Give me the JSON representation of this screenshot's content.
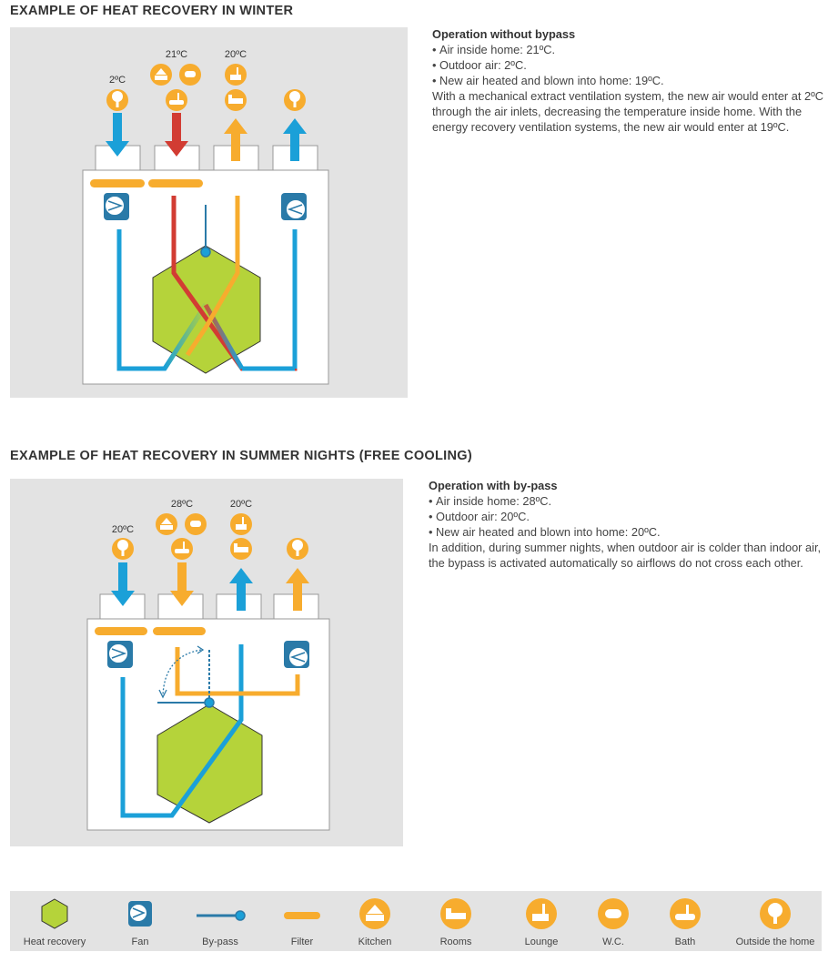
{
  "winter": {
    "title": "EXAMPLE OF HEAT RECOVERY IN WINTER",
    "temps": [
      "2ºC",
      "21ºC",
      "20ºC"
    ],
    "heading": "Operation without bypass",
    "bullets": [
      "Air inside home: 21ºC.",
      "Outdoor air: 2ºC.",
      "New air heated and blown into home: 19ºC."
    ],
    "paragraph": "With a mechanical extract ventilation system, the new air would enter at 2ºC through the air inlets, decreasing the temperature inside home. With the energy recovery ventilation systems, the new air would enter at 19ºC."
  },
  "summer": {
    "title": "EXAMPLE OF HEAT RECOVERY IN SUMMER NIGHTS (FREE COOLING)",
    "temps": [
      "20ºC",
      "28ºC",
      "20ºC"
    ],
    "heading": "Operation with by-pass",
    "bullets": [
      "Air inside home: 28ºC.",
      "Outdoor air: 20ºC.",
      "New air heated and blown into home: 20ºC."
    ],
    "paragraph": "In addition, during summer nights, when outdoor air is colder than indoor air, the bypass is activated automatically so  airflows do not cross each other."
  },
  "legend": [
    {
      "label": "Heat recovery",
      "icon": "hexagon-icon"
    },
    {
      "label": "Fan",
      "icon": "fan-icon"
    },
    {
      "label": "By-pass",
      "icon": "bypass-icon"
    },
    {
      "label": "Filter",
      "icon": "filter-icon"
    },
    {
      "label": "Kitchen",
      "icon": "kitchen-hood-icon"
    },
    {
      "label": "Rooms",
      "icon": "bed-icon"
    },
    {
      "label": "Lounge",
      "icon": "lamp-sofa-icon"
    },
    {
      "label": "W.C.",
      "icon": "toilet-icon"
    },
    {
      "label": "Bath",
      "icon": "bathtub-icon"
    },
    {
      "label": "Outside the home",
      "icon": "tree-icon"
    }
  ],
  "colors": {
    "blue": "#1ba0d8",
    "red": "#d23c33",
    "orange": "#f7ac2e",
    "green": "#b5d33a",
    "fan": "#2a7aa8",
    "panel": "#e3e3e3"
  }
}
